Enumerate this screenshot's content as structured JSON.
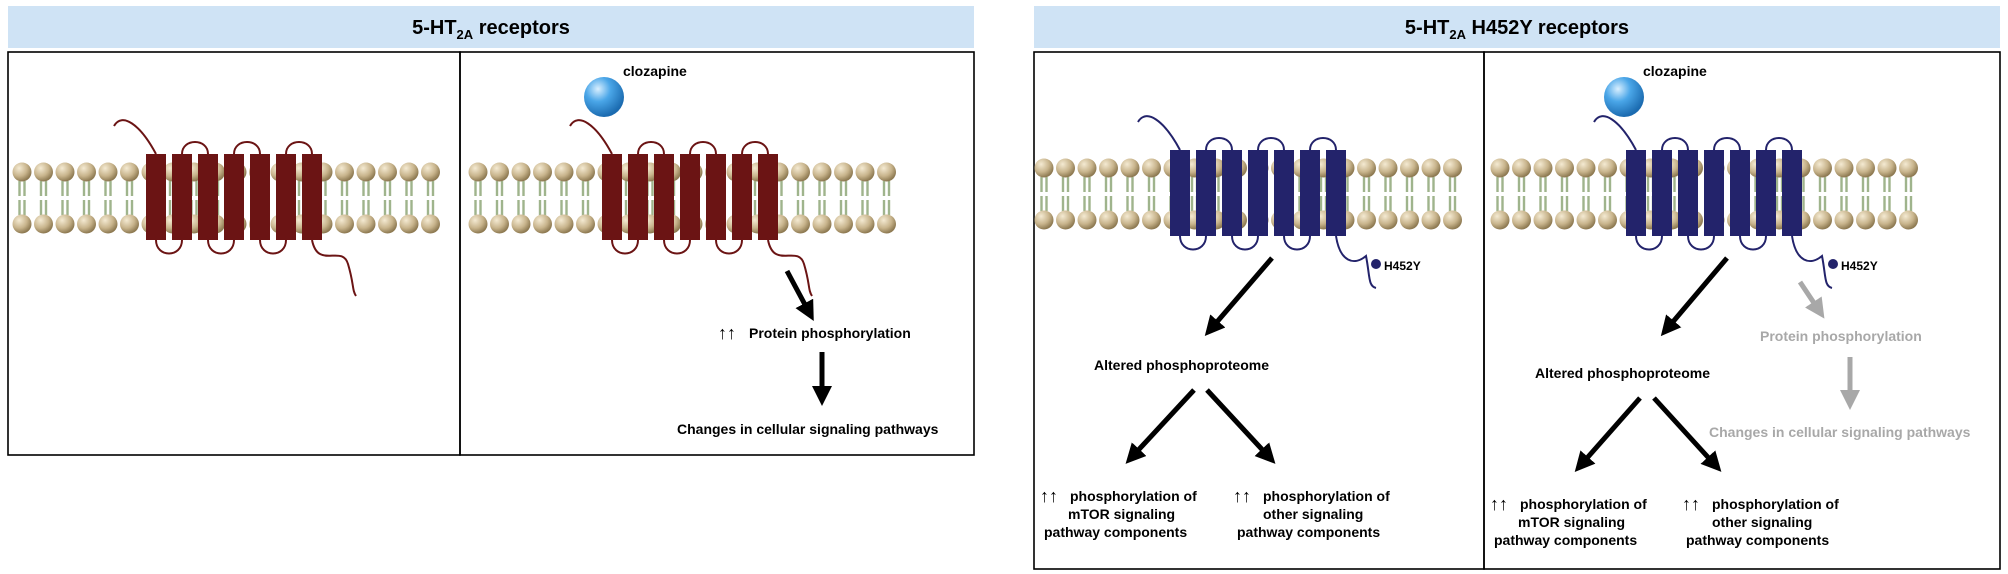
{
  "left_group": {
    "title": {
      "prefix": "5-HT",
      "sub": "2A",
      "suffix": " receptors"
    },
    "panel_1": {},
    "panel_2": {
      "ligand_label": "clozapine",
      "up_arrows": "↑↑",
      "effect_1": "Protein phosphorylation",
      "effect_2": "Changes in cellular signaling pathways"
    }
  },
  "right_group": {
    "title": {
      "prefix": "5-HT",
      "sub": "2A",
      "suffix": " H452Y receptors"
    },
    "panel_3": {
      "mutation_label": "H452Y",
      "result": "Altered phosphoproteome",
      "up_arrows": "↑↑",
      "branch_left": [
        "phosphorylation of",
        "mTOR signaling",
        "pathway components"
      ],
      "branch_right": [
        "phosphorylation of",
        "other signaling",
        "pathway components"
      ]
    },
    "panel_4": {
      "ligand_label": "clozapine",
      "mutation_label": "H452Y",
      "result": "Altered phosphoproteome",
      "faded_effect_1": "Protein phosphorylation",
      "faded_effect_2": "Changes in cellular signaling pathways",
      "up_arrows": "↑↑",
      "branch_left": [
        "phosphorylation of",
        "mTOR signaling",
        "pathway components"
      ],
      "branch_right": [
        "phosphorylation of",
        "other signaling",
        "pathway components"
      ]
    }
  },
  "colors": {
    "header_bg": "#cfe3f5",
    "wildtype_receptor": "#6b1414",
    "mutant_receptor": "#23236b",
    "lipid_head": "#c8b48c",
    "lipid_tail": "#9fb48c",
    "faded": "#a8a8a8",
    "ligand": "#4aa6e8"
  }
}
